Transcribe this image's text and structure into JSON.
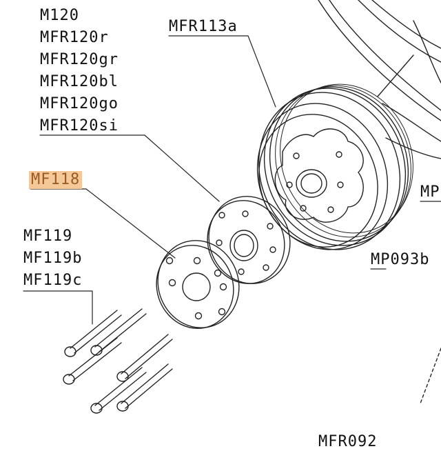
{
  "labels": {
    "group_m120": [
      "M120",
      "MFR120r",
      "MFR120gr",
      "MFR120bl",
      "MFR120go",
      "MFR120si"
    ],
    "mfr113a": "MFR113a",
    "mf118": "MF118",
    "group_mf119": [
      "MF119",
      "MF119b",
      "MF119c"
    ],
    "mp_partial": "MP",
    "mp093b": "MP093b",
    "mfr_bottom_partial": "MFR092"
  },
  "colors": {
    "highlight_bg": "#f5c89a",
    "highlight_text": "#9a5a22",
    "line": "#222222"
  }
}
